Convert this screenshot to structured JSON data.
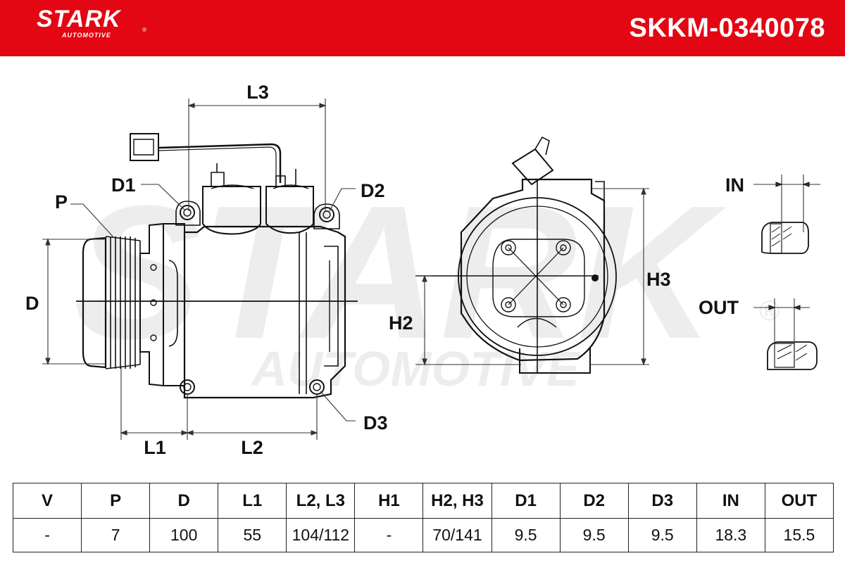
{
  "header": {
    "brand": "STARK",
    "brand_sub": "AUTOMOTIVE",
    "brand_mark": "®",
    "part_number": "SKKM-0340078",
    "accent_color": "#e30613"
  },
  "watermark": {
    "word": "STARK",
    "sub": "AUTOMOTIVE",
    "mark": "®"
  },
  "drawing": {
    "labels": {
      "L3": "L3",
      "D1": "D1",
      "D2": "D2",
      "P": "P",
      "D": "D",
      "L1": "L1",
      "L2": "L2",
      "D3": "D3",
      "H2": "H2",
      "H3": "H3",
      "IN": "IN",
      "OUT": "OUT"
    }
  },
  "specs": {
    "headers": [
      "V",
      "P",
      "D",
      "L1",
      "L2, L3",
      "H1",
      "H2, H3",
      "D1",
      "D2",
      "D3",
      "IN",
      "OUT"
    ],
    "values": [
      "-",
      "7",
      "100",
      "55",
      "104/112",
      "-",
      "70/141",
      "9.5",
      "9.5",
      "9.5",
      "18.3",
      "15.5"
    ]
  }
}
